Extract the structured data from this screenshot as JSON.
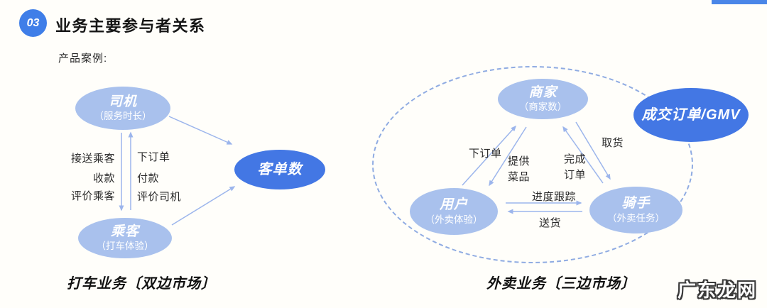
{
  "header": {
    "badge": "03",
    "title": "业务主要参与者关系",
    "case_label": "产品案例:"
  },
  "left_diagram": {
    "caption": "打车业务〔双边市场〕",
    "nodes": {
      "driver": {
        "label": "司机",
        "sublabel": "（服务时长）"
      },
      "passenger": {
        "label": "乘客",
        "sublabel": "（打车体验）"
      },
      "order_count": {
        "label": "客单数"
      }
    },
    "driver_to_passenger_labels": [
      "接送乘客",
      "收款",
      "评价乘客"
    ],
    "passenger_to_driver_labels": [
      "下订单",
      "付款",
      "评价司机"
    ]
  },
  "right_diagram": {
    "caption": "外卖业务〔三边市场〕",
    "nodes": {
      "merchant": {
        "label": "商家",
        "sublabel": "（商家数）"
      },
      "user": {
        "label": "用户",
        "sublabel": "（外卖体验）"
      },
      "rider": {
        "label": "骑手",
        "sublabel": "（外卖任务）"
      },
      "gmv": {
        "label": "成交订单/GMV"
      }
    },
    "edge_labels": {
      "user_to_merchant": "下订单",
      "merchant_to_user": "提供\n菜品",
      "rider_to_merchant": "完成\n订单",
      "merchant_to_rider": "取货",
      "user_to_rider": "进度跟踪",
      "rider_to_user": "送货"
    }
  },
  "watermark": "广东龙网",
  "colors": {
    "node_light": "#A9C1ED",
    "node_dark": "#4377E4",
    "arrow": "#9CB5EC",
    "badge_bg": "#3F7EE8",
    "dashed_border": "#8FABE2"
  }
}
